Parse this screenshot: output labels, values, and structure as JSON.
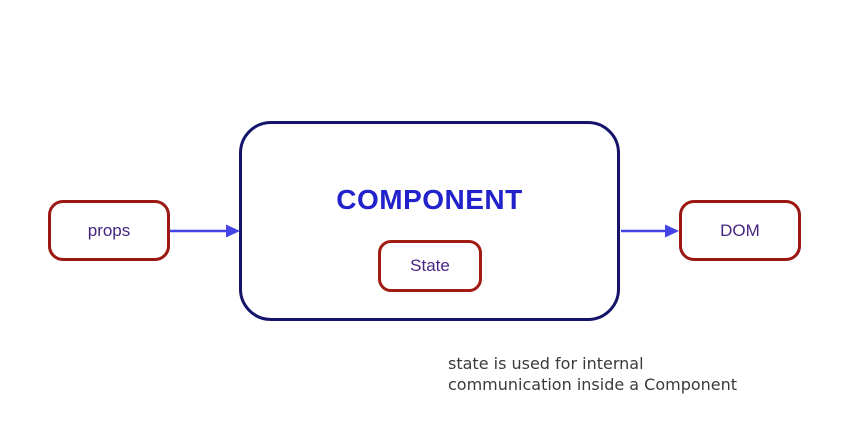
{
  "diagram": {
    "nodes": {
      "props": {
        "label": "props"
      },
      "component": {
        "label": "COMPONENT"
      },
      "state": {
        "label": "State"
      },
      "dom": {
        "label": "DOM"
      }
    },
    "arrows": [
      {
        "from": "props",
        "to": "component"
      },
      {
        "from": "component",
        "to": "dom"
      }
    ],
    "caption": {
      "line1": "state is used for internal",
      "line2": "communication inside a Component"
    },
    "colors": {
      "small_node_border_red": "#9a1712",
      "state_node_border_red": "#a01b11",
      "component_border_navy": "#14146a",
      "component_title_blue": "#2222cc",
      "node_label_purple": "#462580",
      "arrow_blue": "#4343e8",
      "caption_gray": "#3a3a3a",
      "background": "#ffffff"
    }
  }
}
